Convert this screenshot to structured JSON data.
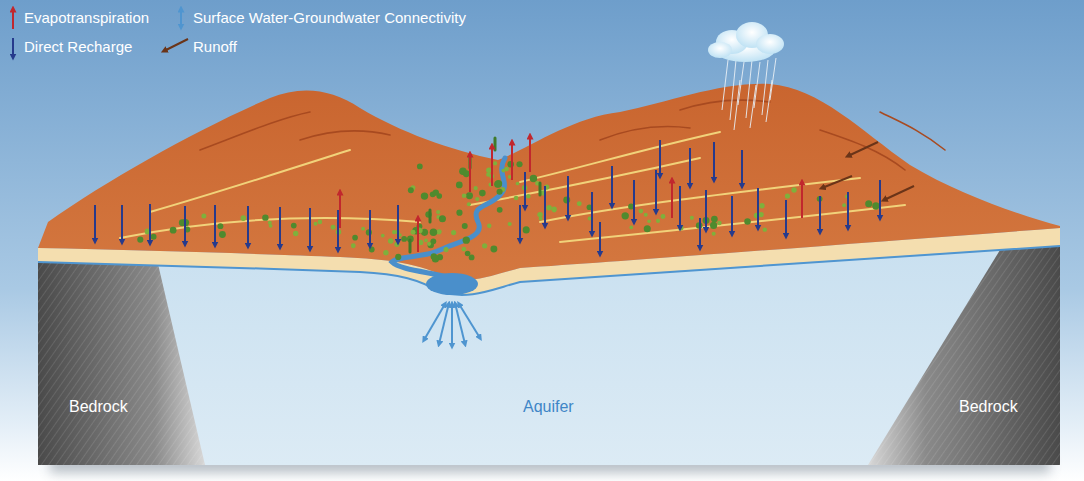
{
  "diagram": {
    "labels": [
      "Bedrock",
      "Aquifer",
      "Bedrock"
    ],
    "legend": [
      {
        "text": "Evapotranspiration"
      },
      {
        "text": "Surface Water-Groundwater Connectivity"
      },
      {
        "text": "Direct Recharge"
      },
      {
        "text": "Runoff"
      }
    ]
  }
}
